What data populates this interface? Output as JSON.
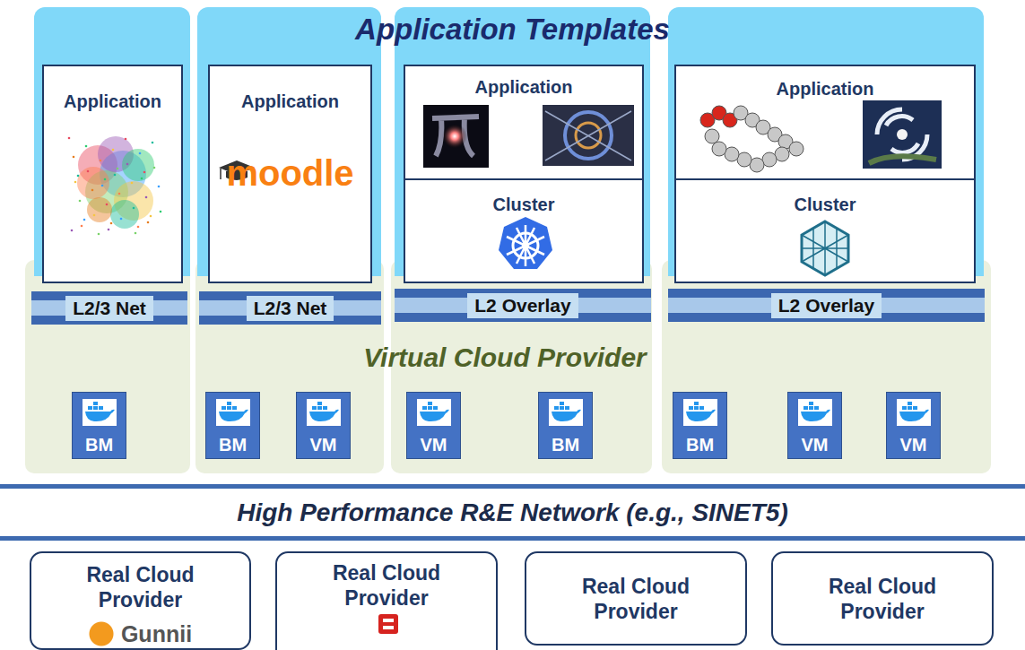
{
  "diagram": {
    "title": "Application Templates",
    "nodes": [
      {
        "text": [
          "Application"
        ]
      },
      {
        "text": [
          "Application",
          "moodle"
        ]
      },
      {
        "text": [
          "Application"
        ]
      },
      {
        "text": [
          "Cluster"
        ]
      },
      {
        "text": [
          "Application"
        ]
      },
      {
        "text": [
          "Cluster"
        ]
      },
      {
        "text": [
          "L2/3 Net"
        ]
      },
      {
        "text": [
          "L2/3 Net"
        ]
      },
      {
        "text": [
          "L2 Overlay"
        ]
      },
      {
        "text": [
          "L2 Overlay"
        ]
      },
      {
        "text": [
          "BM"
        ]
      },
      {
        "text": [
          "BM"
        ]
      },
      {
        "text": [
          "VM"
        ]
      },
      {
        "text": [
          "VM"
        ]
      },
      {
        "text": [
          "BM"
        ]
      },
      {
        "text": [
          "BM"
        ]
      },
      {
        "text": [
          "VM"
        ]
      },
      {
        "text": [
          "VM"
        ]
      },
      {
        "text": [
          "High Performance R&E Network (e.g., SINET5)"
        ]
      },
      {
        "text": [
          "Real Cloud Provider",
          "Gunnii"
        ]
      },
      {
        "text": [
          "Real Cloud Provider",
          "openstack"
        ]
      },
      {
        "text": [
          "Real Cloud Provider"
        ]
      },
      {
        "text": [
          "Real Cloud Provider"
        ]
      }
    ],
    "labels": [
      "Virtual Cloud Provider"
    ]
  }
}
